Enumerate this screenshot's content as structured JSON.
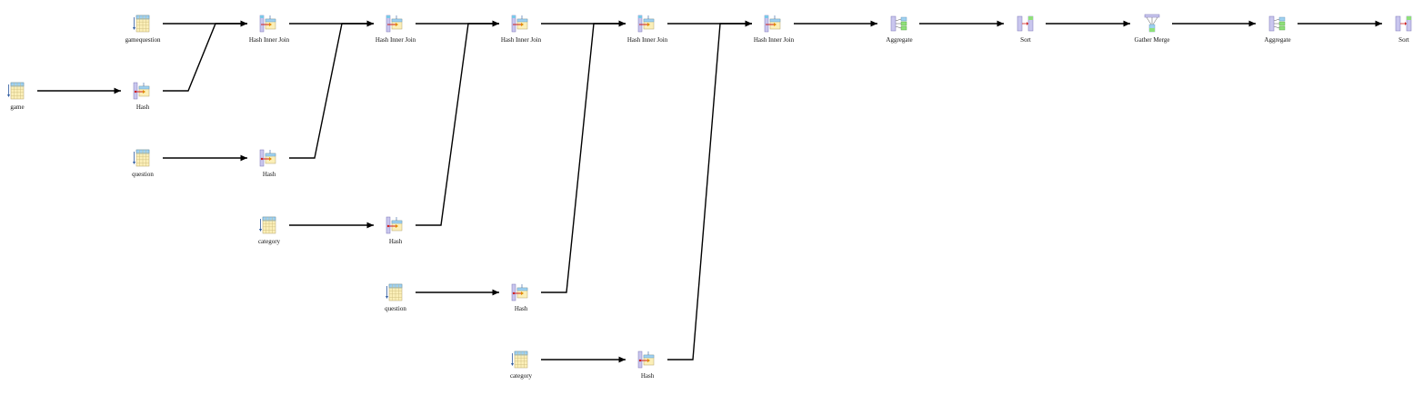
{
  "diagram": {
    "nodes": [
      {
        "id": "n_gq",
        "icon": "seq-scan-icon",
        "label": "gamequestion"
      },
      {
        "id": "n_hj1",
        "icon": "hash-join-icon",
        "label": "Hash Inner Join"
      },
      {
        "id": "n_hj2",
        "icon": "hash-join-icon",
        "label": "Hash Inner Join"
      },
      {
        "id": "n_hj3",
        "icon": "hash-join-icon",
        "label": "Hash Inner Join"
      },
      {
        "id": "n_hj4",
        "icon": "hash-join-icon",
        "label": "Hash Inner Join"
      },
      {
        "id": "n_hj5",
        "icon": "hash-join-icon",
        "label": "Hash Inner Join"
      },
      {
        "id": "n_agg1",
        "icon": "aggregate-icon",
        "label": "Aggregate"
      },
      {
        "id": "n_sort1",
        "icon": "sort-icon",
        "label": "Sort"
      },
      {
        "id": "n_gm",
        "icon": "gather-merge-icon",
        "label": "Gather Merge"
      },
      {
        "id": "n_agg2",
        "icon": "aggregate-icon",
        "label": "Aggregate"
      },
      {
        "id": "n_sort2",
        "icon": "sort-icon",
        "label": "Sort"
      },
      {
        "id": "n_game",
        "icon": "seq-scan-icon",
        "label": "game"
      },
      {
        "id": "n_h1",
        "icon": "hash-icon",
        "label": "Hash"
      },
      {
        "id": "n_q1",
        "icon": "seq-scan-icon",
        "label": "question"
      },
      {
        "id": "n_h2",
        "icon": "hash-icon",
        "label": "Hash"
      },
      {
        "id": "n_c1",
        "icon": "seq-scan-icon",
        "label": "category"
      },
      {
        "id": "n_h3",
        "icon": "hash-icon",
        "label": "Hash"
      },
      {
        "id": "n_q2",
        "icon": "seq-scan-icon",
        "label": "question"
      },
      {
        "id": "n_h4",
        "icon": "hash-icon",
        "label": "Hash"
      },
      {
        "id": "n_c2",
        "icon": "seq-scan-icon",
        "label": "category"
      },
      {
        "id": "n_h5",
        "icon": "hash-icon",
        "label": "Hash"
      }
    ],
    "edges": [
      [
        "n_gq",
        "n_hj1"
      ],
      [
        "n_hj1",
        "n_hj2"
      ],
      [
        "n_hj2",
        "n_hj3"
      ],
      [
        "n_hj3",
        "n_hj4"
      ],
      [
        "n_hj4",
        "n_hj5"
      ],
      [
        "n_hj5",
        "n_agg1"
      ],
      [
        "n_agg1",
        "n_sort1"
      ],
      [
        "n_sort1",
        "n_gm"
      ],
      [
        "n_gm",
        "n_agg2"
      ],
      [
        "n_agg2",
        "n_sort2"
      ],
      [
        "n_game",
        "n_h1"
      ],
      [
        "n_h1",
        "n_hj1"
      ],
      [
        "n_q1",
        "n_h2"
      ],
      [
        "n_h2",
        "n_hj2"
      ],
      [
        "n_c1",
        "n_h3"
      ],
      [
        "n_h3",
        "n_hj3"
      ],
      [
        "n_q2",
        "n_h4"
      ],
      [
        "n_h4",
        "n_hj4"
      ],
      [
        "n_c2",
        "n_h5"
      ],
      [
        "n_h5",
        "n_hj5"
      ]
    ]
  }
}
